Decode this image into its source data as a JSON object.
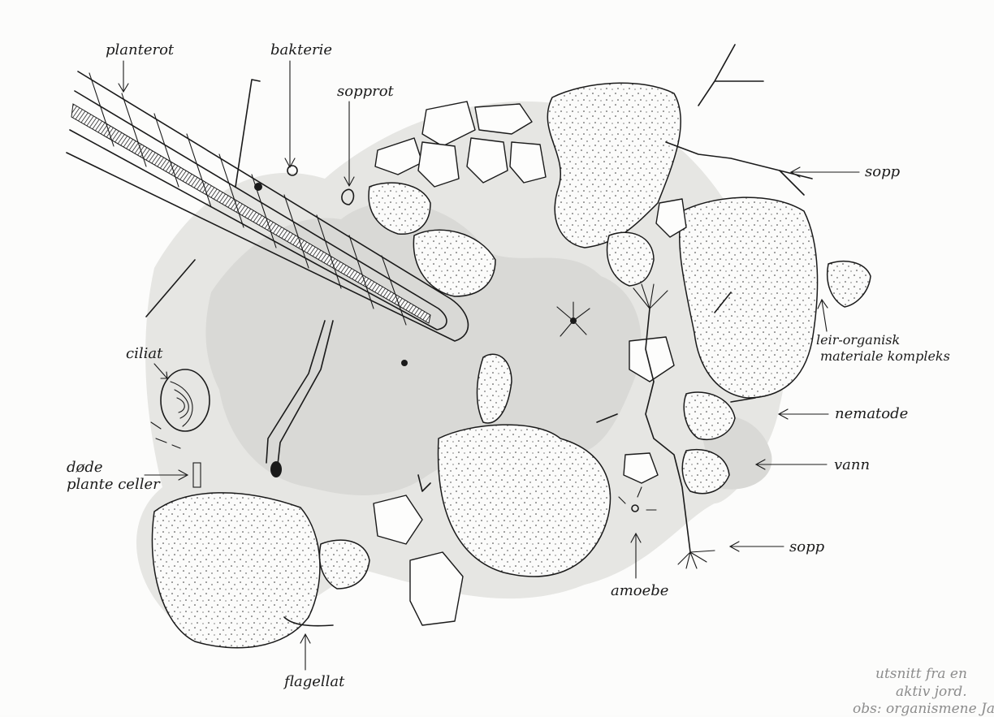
{
  "labels": {
    "planterot": "planterot",
    "bakterie": "bakterie",
    "sopprot": "sopprot",
    "sopp_top": "sopp",
    "leir_line1": "leir-organisk",
    "leir_line2": "materiale kompleks",
    "nematode": "nematode",
    "vann": "vann",
    "sopp_bottom": "sopp",
    "amoebe": "amoebe",
    "flagellat": "flagellat",
    "ciliat": "ciliat",
    "dode_line1": "døde",
    "dode_line2": "plante celler"
  },
  "note": {
    "line1": "utsnitt fra en",
    "line2": "aktiv jord.",
    "line3": "obs: organismene Ja"
  },
  "colors": {
    "ink": "#1a1a1a",
    "water_shading": "#d9d9d6",
    "paper": "#fcfcfb"
  }
}
